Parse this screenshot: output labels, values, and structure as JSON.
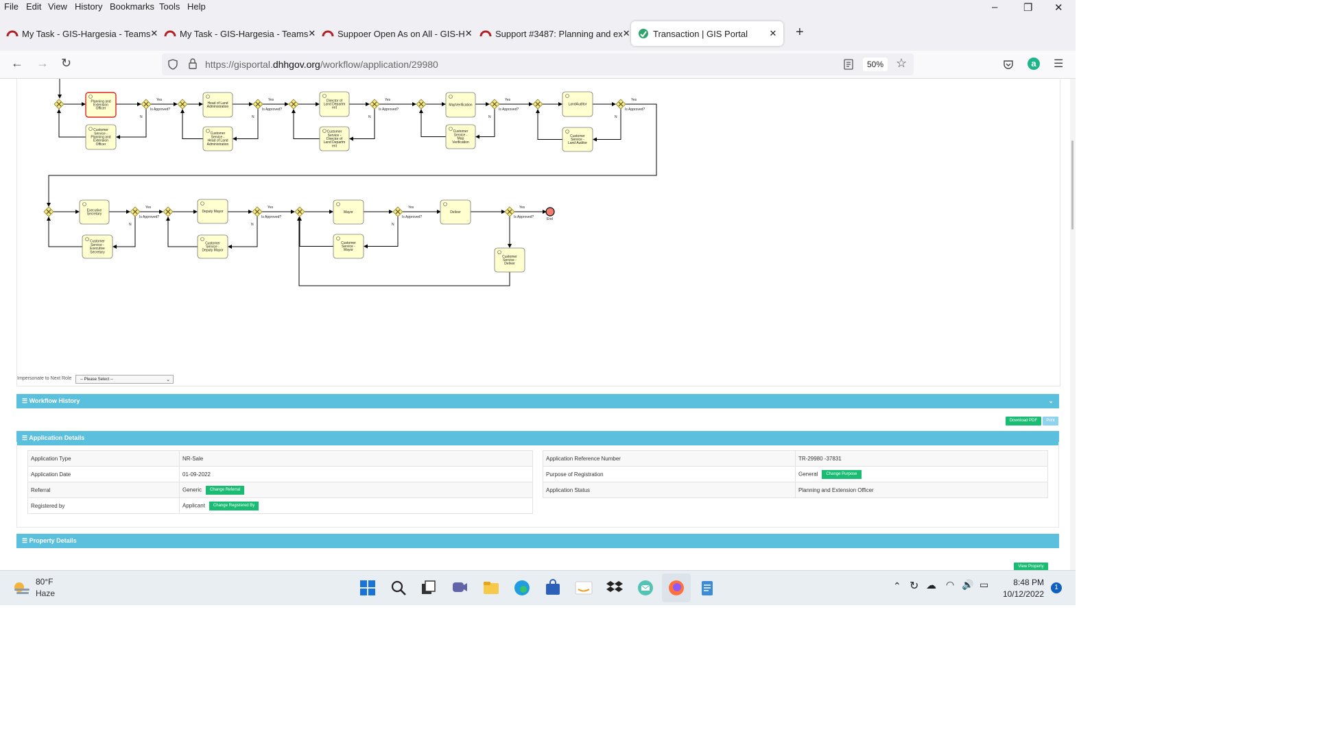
{
  "menu": [
    "File",
    "Edit",
    "View",
    "History",
    "Bookmarks",
    "Tools",
    "Help"
  ],
  "tabs": [
    {
      "title": "My Task - GIS-Hargesia - Teams",
      "active": false
    },
    {
      "title": "My Task - GIS-Hargesia - Teams",
      "active": false
    },
    {
      "title": "Suppoer Open As on All - GIS-H",
      "active": false
    },
    {
      "title": "Support #3487: Planning and ex",
      "active": false
    },
    {
      "title": "Transaction | GIS Portal",
      "active": true
    }
  ],
  "address": {
    "prefix": "https://gisportal.",
    "domain": "dhhgov.org",
    "path": "/workflow/application/29980"
  },
  "zoom": "50%",
  "workflow": {
    "tasks": {
      "t1": "Planning and Extension Officer",
      "t1b": "Customer Service - Planning and Extension Officer",
      "t2": "Head of Land Administration",
      "t2b": "Customer Service - Head of Land Administration",
      "t3": "Director of Land Departm ent",
      "t3b": "Customer Service - Director of Land Departm ent",
      "t4": "MapVerification",
      "t4b": "Customer Service - Map Verification",
      "t5": "LandAuditor",
      "t5b": "Customer Service - Land Auditor",
      "t6": "Executive Secretary",
      "t6b": "Customer Service - Executive Secretary",
      "t7": "Deputy Mayor",
      "t7b": "Customer Service - Deputy Mayor",
      "t8": "Mayor",
      "t8b": "Customer Service - Mayor",
      "t9": "Deliver",
      "t9b": "Customer Service - Deliver"
    },
    "yes": "Yes",
    "no": "N",
    "approved": "Is Approved?",
    "end": "End"
  },
  "impersonate": {
    "label": "Impersonate to Next Role",
    "value": "-- Please Select --"
  },
  "sections": {
    "history": "Workflow History",
    "application": "Application Details",
    "property": "Property Details"
  },
  "buttons": {
    "download_pdf": "Download PDF",
    "print": "Print",
    "change_referral": "Change Referral",
    "change_registered_by": "Change Registered By",
    "change_purpose": "Change Purpose",
    "view_property": "View Property"
  },
  "app_left": [
    {
      "label": "Application Type",
      "value": "NR-Sale"
    },
    {
      "label": "Application Date",
      "value": "01-09-2022"
    },
    {
      "label": "Referral",
      "value": "Generic"
    },
    {
      "label": "Registered by",
      "value": "Applicant"
    }
  ],
  "app_right": [
    {
      "label": "Application Reference Number",
      "value": "TR-29980 -37831"
    },
    {
      "label": "Purpose of Registration",
      "value": "General"
    },
    {
      "label": "Application Status",
      "value": "Planning and Extension Officer"
    }
  ],
  "taskbar": {
    "temp": "80°F",
    "condition": "Haze",
    "time": "8:48 PM",
    "date": "10/12/2022",
    "notifications": "1"
  }
}
